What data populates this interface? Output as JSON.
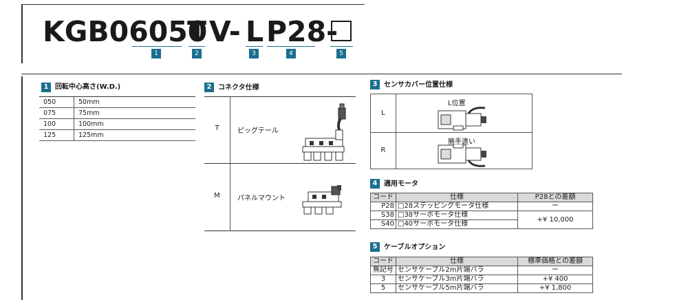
{
  "model": {
    "seg0": "KGB06",
    "seg1": "050",
    "seg2": "T",
    "seg3": "V-",
    "seg4": "L",
    "seg5": "P28-",
    "n1": "1",
    "n2": "2",
    "n3": "3",
    "n4": "4",
    "n5": "5"
  },
  "s1": {
    "num": "1",
    "title": "回転中心高さ(W.D.)",
    "rows": [
      {
        "code": "050",
        "value": "50mm"
      },
      {
        "code": "075",
        "value": "75mm"
      },
      {
        "code": "100",
        "value": "100mm"
      },
      {
        "code": "125",
        "value": "125mm"
      }
    ]
  },
  "s2": {
    "num": "2",
    "title": "コネクタ仕様",
    "rows": [
      {
        "code": "T",
        "name": "ピッグテール",
        "icon": "pigtail-connector-diagram"
      },
      {
        "code": "M",
        "name": "パネルマウント",
        "icon": "panel-mount-connector-diagram"
      }
    ]
  },
  "s3": {
    "num": "3",
    "title": "センサカバー位置仕様",
    "rows": [
      {
        "code": "L",
        "label": "L位置",
        "icon": "sensor-cover-left-diagram"
      },
      {
        "code": "R",
        "label": "勝手違い",
        "icon": "sensor-cover-right-diagram"
      }
    ]
  },
  "s4": {
    "num": "4",
    "title": "適用モータ",
    "headers": [
      "コード",
      "仕様",
      "P28との差額"
    ],
    "rows": [
      {
        "code": "P28",
        "spec": "□28ステッピングモータ仕様",
        "price": "ー"
      },
      {
        "code": "S38",
        "spec": "□38サーボモータ仕様",
        "price": "+¥ 10,000"
      },
      {
        "code": "S40",
        "spec": "□40サーボモータ仕様",
        "price": ""
      }
    ]
  },
  "s5": {
    "num": "5",
    "title": "ケーブルオプション",
    "headers": [
      "コード",
      "仕様",
      "標準価格との差額"
    ],
    "rows": [
      {
        "code": "無記号",
        "spec": "センサケーブル2m片端バラ",
        "price": "ー"
      },
      {
        "code": "3",
        "spec": "センサケーブル3m片端バラ",
        "price": "+¥ 400"
      },
      {
        "code": "5",
        "spec": "センサケーブル5m片端バラ",
        "price": "+¥ 1,800"
      }
    ]
  },
  "colors": {
    "accent": "#1a6f8f",
    "header_bg": "#d9d9d9"
  }
}
